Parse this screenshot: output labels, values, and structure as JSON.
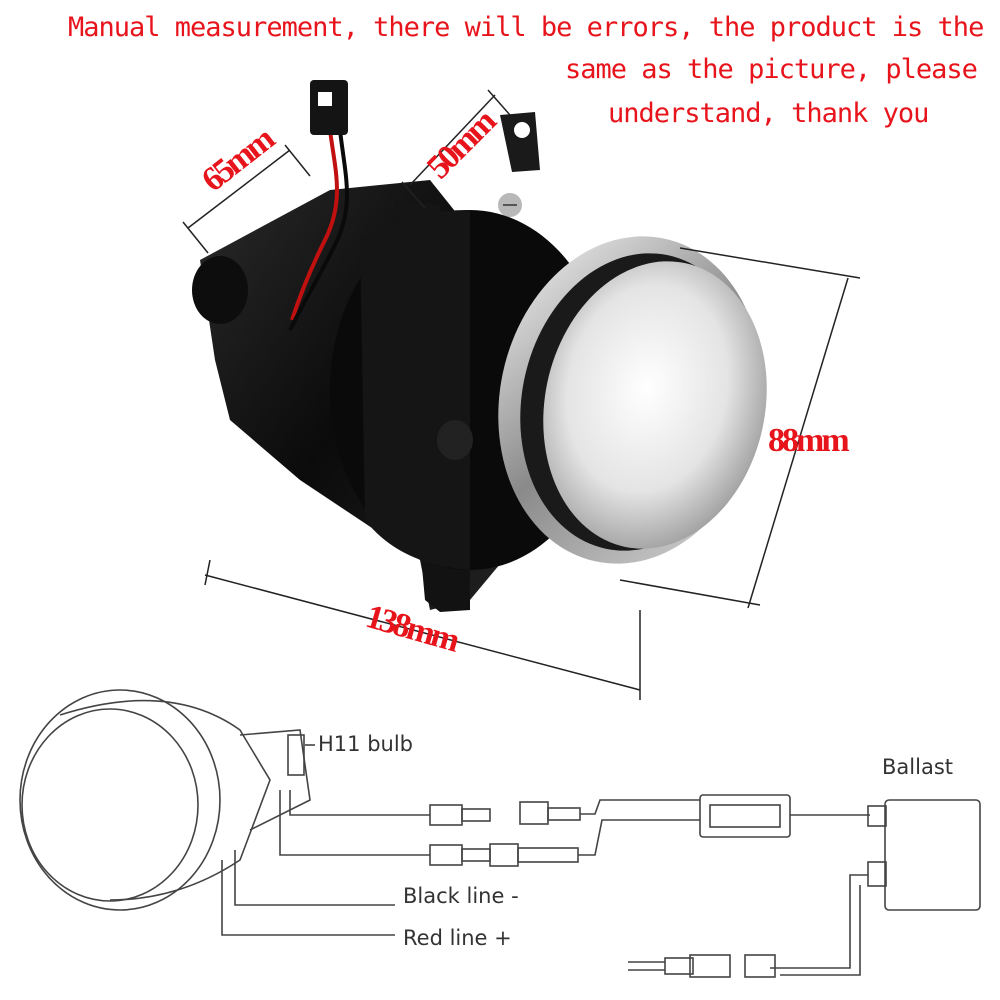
{
  "notice": {
    "line1": "Manual measurement, there will be errors, the product is the",
    "line2": "same as the picture, please",
    "line3": "understand, thank you"
  },
  "dimensions": {
    "bracket_width": "65mm",
    "bracket_depth": "50mm",
    "height": "88mm",
    "length": "138mm"
  },
  "wiring": {
    "bulb": "H11 bulb",
    "ballast": "Ballast",
    "black_line": "Black line -",
    "red_line": "Red line +"
  },
  "colors": {
    "annotation": "#e8141c",
    "diagram_line": "#555555",
    "housing": "#111111"
  }
}
